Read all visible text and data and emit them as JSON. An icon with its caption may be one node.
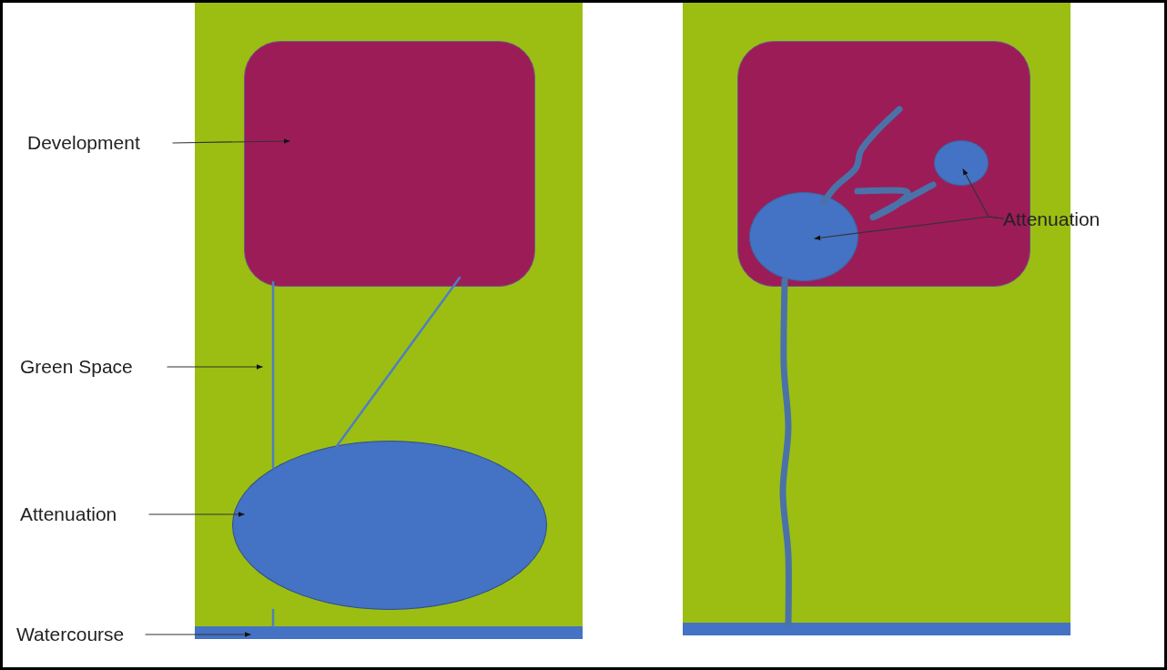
{
  "diagram": {
    "nodes": [
      {
        "text": [
          "Development"
        ]
      },
      {
        "text": [
          "Green Space"
        ]
      },
      {
        "text": [
          "Attenuation"
        ]
      },
      {
        "text": [
          "Watercourse"
        ]
      },
      {
        "text": [],
        "shape": "box"
      },
      {
        "text": [],
        "shape": "box",
        "in": 4
      },
      {
        "text": [],
        "shape": "circle",
        "in": 4
      },
      {
        "text": [],
        "shape": "bar",
        "in": 4
      },
      {
        "text": [],
        "shape": "box"
      },
      {
        "text": [],
        "shape": "box",
        "in": 8
      },
      {
        "text": [],
        "shape": "circle",
        "in": 9
      },
      {
        "text": [],
        "shape": "circle",
        "in": 9
      },
      {
        "text": [],
        "shape": "bar",
        "in": 8
      },
      {
        "text": [
          "Attenuation"
        ]
      }
    ],
    "edges": [
      {
        "from": 0,
        "to": 5,
        "arrow": "to"
      },
      {
        "from": 1,
        "to": 4,
        "arrow": "to"
      },
      {
        "from": 2,
        "to": 6,
        "arrow": "to"
      },
      {
        "from": 3,
        "to": 7,
        "arrow": "to"
      },
      {
        "from": 5,
        "to": 6,
        "arrow": "none",
        "color": "#4f7fbf"
      },
      {
        "from": 6,
        "to": 7,
        "arrow": "none",
        "color": "#4f7fbf"
      },
      {
        "from": 5,
        "to": 6,
        "arrow": "none",
        "color": "#4f7fbf"
      },
      {
        "from": 13,
        "to": 11,
        "arrow": "to"
      },
      {
        "from": 13,
        "to": 10,
        "arrow": "to"
      },
      {
        "from": 10,
        "to": null,
        "arrow": "none",
        "style": "thick",
        "color": "#4a72a8"
      },
      {
        "from": 11,
        "to": 10,
        "arrow": "none",
        "style": "thick",
        "color": "#4a72a8"
      },
      {
        "from": 10,
        "to": 12,
        "arrow": "none",
        "style": "thick",
        "color": "#4a72a8"
      }
    ]
  }
}
